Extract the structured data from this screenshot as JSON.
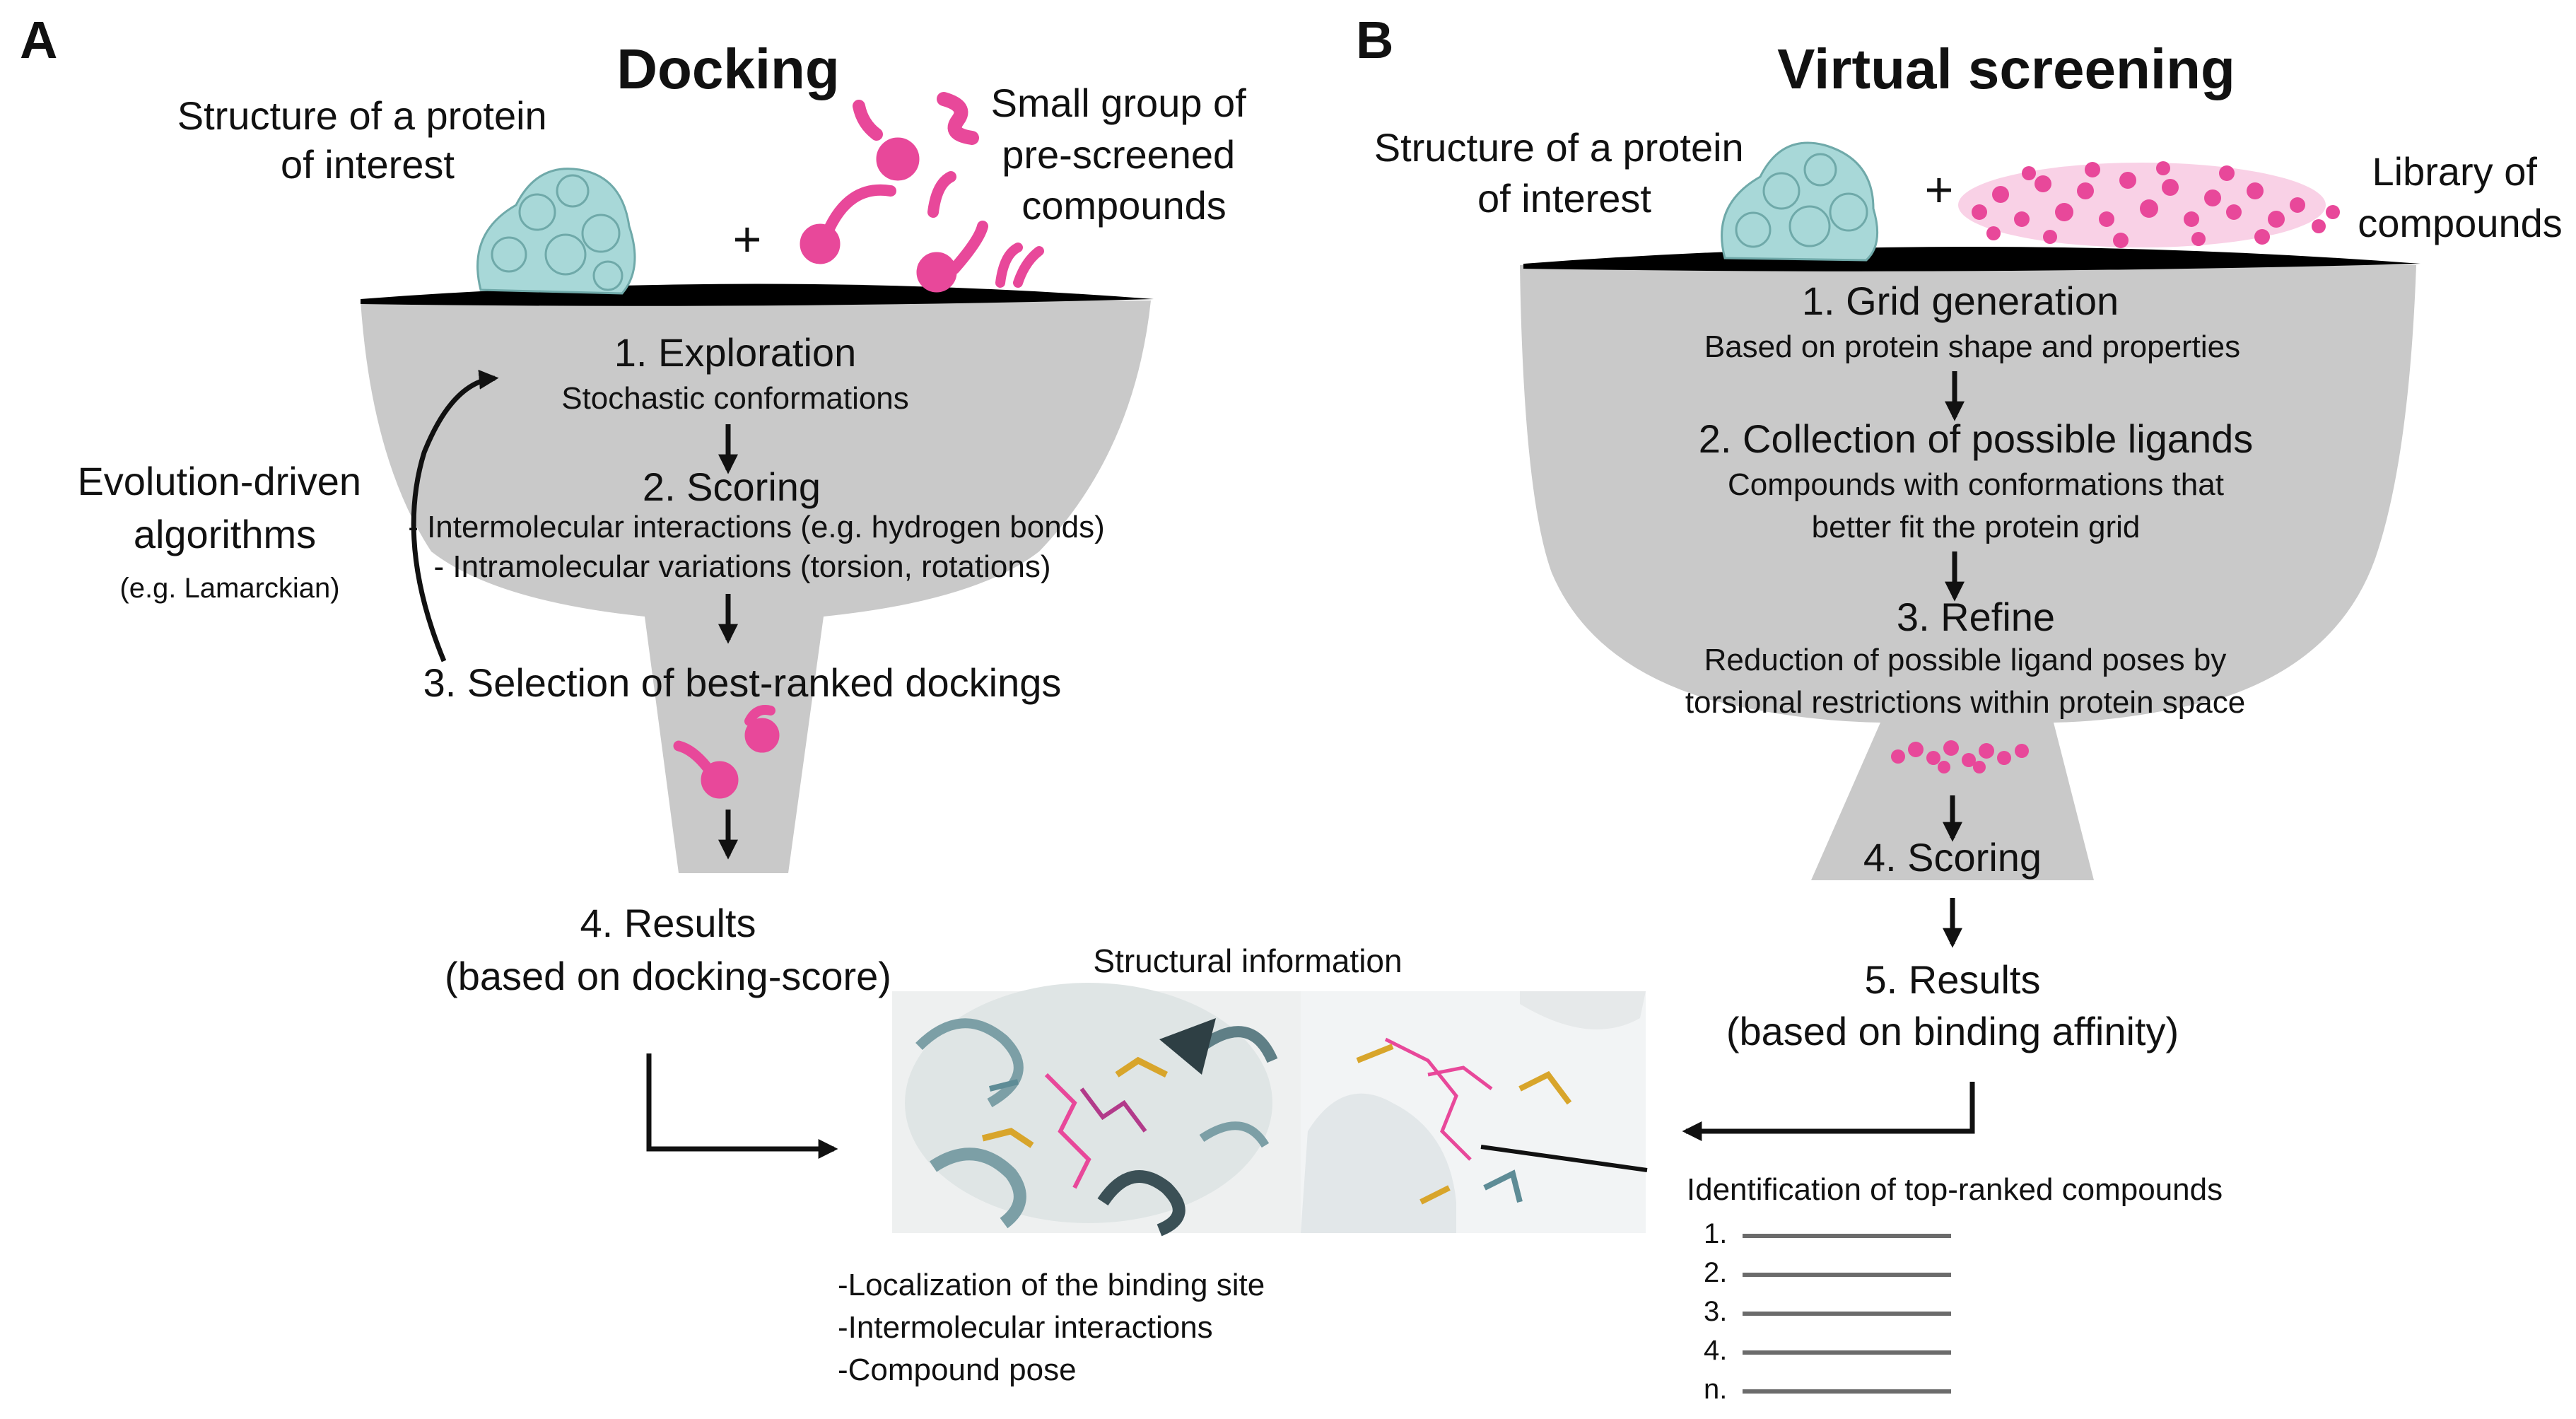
{
  "panel_a": {
    "letter": "A",
    "title": "Docking",
    "protein_label": [
      "Structure of a protein",
      "of interest"
    ],
    "plus": "+",
    "compounds_label": [
      "Small group of",
      "pre-screened",
      "compounds"
    ],
    "step1": {
      "title": "1. Exploration",
      "detail": "Stochastic conformations"
    },
    "step2": {
      "title": "2. Scoring",
      "details": [
        "- Intermolecular interactions (e.g. hydrogen bonds)",
        "- Intramolecular variations (torsion, rotations)"
      ]
    },
    "step3": {
      "title": "3. Selection of best-ranked dockings"
    },
    "step4": {
      "title": "4. Results",
      "detail": "(based on docking-score)"
    },
    "side_label": [
      "Evolution-driven",
      "algorithms"
    ],
    "side_example": "(e.g. Lamarckian)"
  },
  "panel_b": {
    "letter": "B",
    "title": "Virtual screening",
    "protein_label": [
      "Structure of a protein",
      "of interest"
    ],
    "plus": "+",
    "library_label": [
      "Library of",
      "compounds"
    ],
    "step1": {
      "title": "1. Grid generation",
      "detail": "Based on protein shape and properties"
    },
    "step2": {
      "title": "2. Collection of possible ligands",
      "details": [
        "Compounds with conformations that",
        "better fit the protein grid"
      ]
    },
    "step3": {
      "title": "3. Refine",
      "details": [
        "Reduction of possible ligand poses by",
        "torsional restrictions within protein space"
      ]
    },
    "step4": {
      "title": "4. Scoring"
    },
    "step5": {
      "title": "5. Results",
      "detail": "(based on binding affinity)"
    }
  },
  "structural": {
    "title": "Structural information",
    "bullets": [
      "-Localization of the binding site",
      "-Intermolecular interactions",
      "-Compound pose"
    ]
  },
  "ranking": {
    "title": "Identification of top-ranked compounds",
    "items": [
      "1.",
      "2.",
      "3.",
      "4.",
      "n."
    ]
  },
  "colors": {
    "funnel": "#c9c9c9",
    "compound": "#e8489a",
    "protein": "#a8d8d8",
    "rim": "#000000"
  }
}
